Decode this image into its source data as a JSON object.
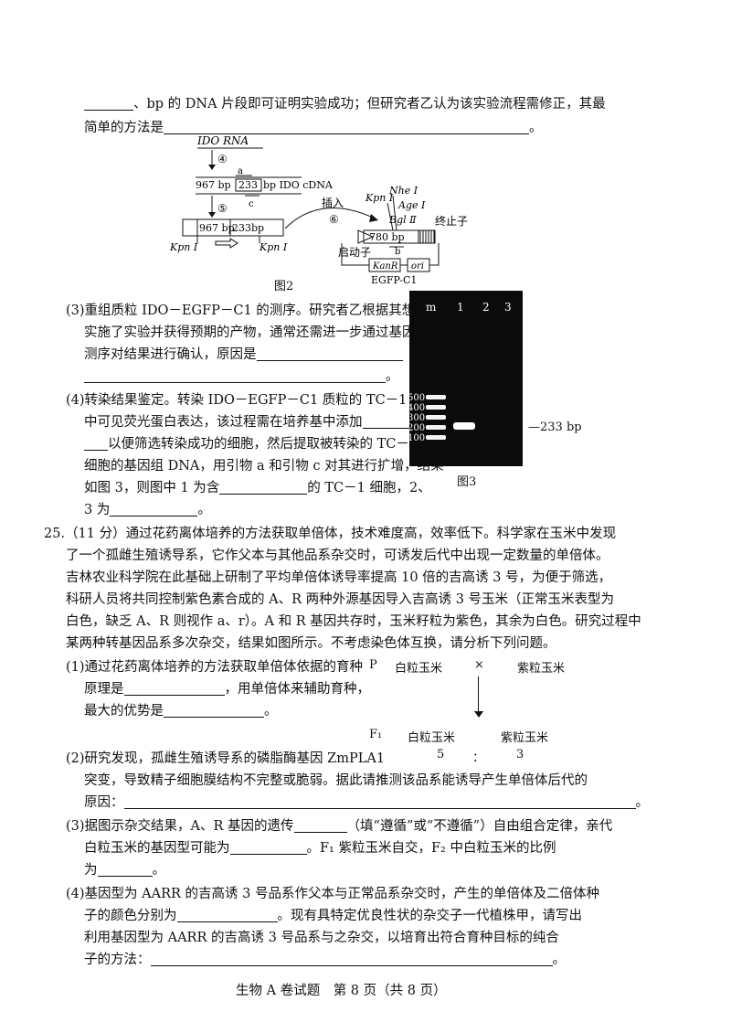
{
  "top": {
    "line1_post": "bp 的 DNA 片段即可证明实验成功；但研究者乙认为该实验流程需修正，其最",
    "line2_pre": "简单的方法是",
    "line2_end": "。"
  },
  "figure2": {
    "ido_rna": "IDO RNA",
    "step4": "④",
    "a": "a",
    "bp967": "967 bp",
    "bp233": "233",
    "bp_ido_cdna": "bp IDO cDNA",
    "c": "c",
    "step5": "⑤",
    "frag967": "967 bp",
    "frag233": "233bp",
    "kpn_left": "Kpn Ⅰ",
    "kpn_right": "Kpn Ⅰ",
    "insert": "插入",
    "step6": "⑥",
    "kpn_top": "Kpn Ⅰ",
    "nhe": "Nhe Ⅰ",
    "age": "Age Ⅰ",
    "bgl": "Bgl Ⅱ",
    "terminator": "终止子",
    "bp780": "780 bp",
    "b": "b",
    "promoter": "启动子",
    "kan": "KanR",
    "ori": "ori",
    "plasmid_name": "EGFP-C1",
    "caption": "图2"
  },
  "q3": {
    "l1": "(3)重组质粒 IDO－EGFP－C1 的测序。研究者乙根据其想法",
    "l2": "实施了实验并获得预期的产物，通常还需进一步通过基因",
    "l3": "测序对结果进行确认，原因是",
    "l4_end": "。"
  },
  "q4": {
    "l1_pre": "(4)转染结果鉴定。转染 IDO－EGFP－C1 质粒的 TC－1 细胞",
    "l2": "中可见荧光蛋白表达，该过程需在培养基中添加",
    "l3": "以便筛选转染成功的细胞，然后提取被转染的 TC－1",
    "l4": "细胞的基因组 DNA，用引物 a 和引物 c 对其进行扩增，结果",
    "l5_pre": "如图 3，则图中 1 为含",
    "l5_post": "的 TC－1 细胞，2、",
    "l6_pre": "3 为",
    "l6_end": "。"
  },
  "figure3": {
    "lanes": [
      "m",
      "1",
      "2",
      "3"
    ],
    "markers": [
      "500",
      "400",
      "300",
      "200",
      "100"
    ],
    "band_label": "233 bp",
    "caption": "图3"
  },
  "q25": {
    "l1": "25.（11 分）通过花药离体培养的方法获取单倍体，技术难度高，效率低下。科学家在玉米中发现",
    "l2": "了一个孤雌生殖诱导系，它作父本与其他品系杂交时，可诱发后代中出现一定数量的单倍体。",
    "l3": "吉林农业科学院在此基础上研制了平均单倍体诱导率提高 10 倍的吉高诱 3 号，为便于筛选，",
    "l4": "科研人员将共同控制紫色素合成的 A、R 两种外源基因导入吉高诱 3 号玉米（正常玉米表型为",
    "l5": "白色，缺乏 A、R 则视作 a、r）。A 和 R 基因共存时，玉米籽粒为紫色，其余为白色。研究过程中",
    "l6": "某两种转基因品系多次杂交，结果如图所示。不考虑染色体互换，请分析下列问题。",
    "s1_l1": "(1)通过花药离体培养的方法获取单倍体依据的育种",
    "s1_l2_pre": "原理是",
    "s1_l2_post": "，用单倍体来辅助育种，",
    "s1_l3_pre": "最大的优势是",
    "s1_l3_end": "。",
    "s2_l1": "(2)研究发现，孤雌生殖诱导系的磷脂酶基因 ZmPLA1",
    "s2_l2": "突变，导致精子细胞膜结构不完整或脆弱。据此请推测该品系能诱导产生单倍体后代的",
    "s2_l3_pre": "原因：",
    "s2_l3_end": "。",
    "s3_l1_pre": "(3)据图示杂交结果，A、R 基因的遗传",
    "s3_l1_post": "（填“遵循”或“不遵循”）自由组合定律，亲代",
    "s3_l2_pre": "白粒玉米的基因型可能为",
    "s3_l2_post": "。F₁ 紫粒玉米自交，F₂ 中白粒玉米的比例",
    "s3_l3_pre": "为",
    "s3_l3_end": "。",
    "s4_l1": "(4)基因型为 AARR 的吉高诱 3 号品系作父本与正常品系杂交时，产生的单倍体及二倍体种",
    "s4_l2_pre": "子的颜色分别为",
    "s4_l2_post": "。现有具特定优良性状的杂交子一代植株甲，请写出",
    "s4_l3": "利用基因型为 AARR 的吉高诱 3 号品系与之杂交，以培育出符合育种目标的纯合",
    "s4_l4_pre": "子的方法：",
    "s4_l4_end": "。"
  },
  "cross": {
    "p": "P",
    "white": "白粒玉米",
    "x": "×",
    "purple": "紫粒玉米",
    "f1": "F₁",
    "f1_white": "白粒玉米",
    "f1_purple": "紫粒玉米",
    "ratio_left": "5",
    "colon": "：",
    "ratio_right": "3"
  },
  "footer": "生物 A 卷试题　第 8 页（共 8 页）"
}
